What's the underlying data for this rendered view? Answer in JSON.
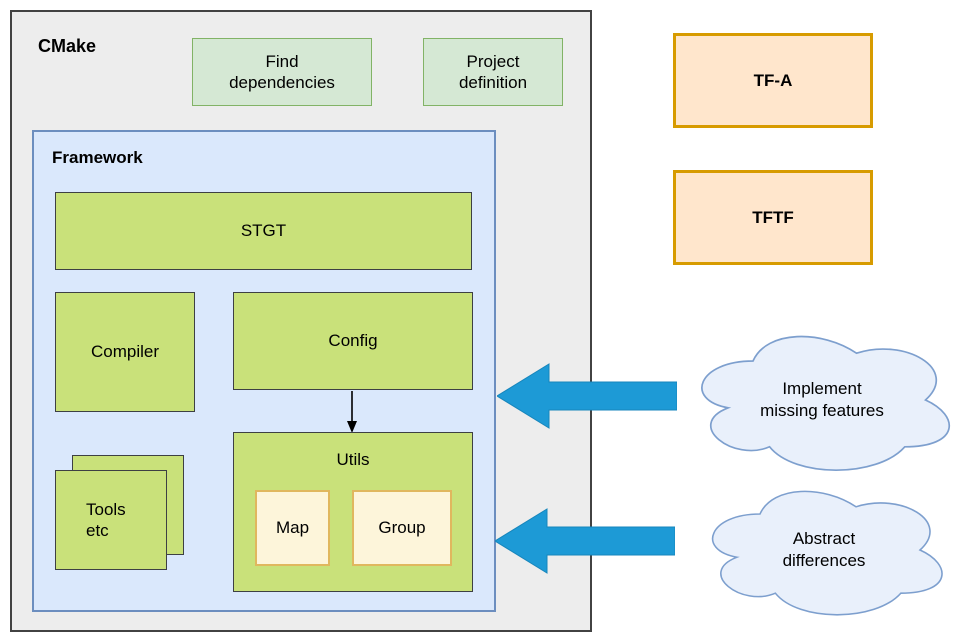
{
  "diagram": {
    "cmake": {
      "label": "CMake"
    },
    "find_dependencies": {
      "label": "Find\ndependencies"
    },
    "project_definition": {
      "label": "Project\ndefinition"
    },
    "framework": {
      "label": "Framework"
    },
    "stgt": {
      "label": "STGT"
    },
    "compiler": {
      "label": "Compiler"
    },
    "config": {
      "label": "Config"
    },
    "utils": {
      "label": "Utils"
    },
    "map": {
      "label": "Map"
    },
    "group": {
      "label": "Group"
    },
    "tools": {
      "label": "Tools\netc"
    },
    "tfa": {
      "label": "TF-A"
    },
    "tftf": {
      "label": "TFTF"
    },
    "cloud_implement": {
      "label": "Implement\nmissing features"
    },
    "cloud_abstract": {
      "label": "Abstract\ndifferences"
    }
  },
  "shapes": {
    "config_to_utils": "arrow-down",
    "implement_arrow": "block-arrow-left",
    "abstract_arrow": "block-arrow-left",
    "cloud_implement": "cloud",
    "cloud_abstract": "cloud"
  },
  "colors": {
    "text": "#000000",
    "outer-fill": "#ededed",
    "outer-border": "#424242",
    "green-fill": "#d5e8d4",
    "green-border": "#82b366",
    "blue-fill": "#dae8fc",
    "blue-border": "#6c8ebf",
    "lime-fill": "#c9e17a",
    "lime-border": "#3d4043",
    "cream-fill": "#fdf5da",
    "cream-border": "#e0b75e",
    "orange-fill": "#ffe6cc",
    "orange-border": "#d79b00",
    "cloud-fill": "#e9f0fb",
    "cloud-border": "#7d9fce",
    "arrow-fill": "#1d9ad6",
    "arrow-border": "#1786bc",
    "connector": "#000000"
  }
}
